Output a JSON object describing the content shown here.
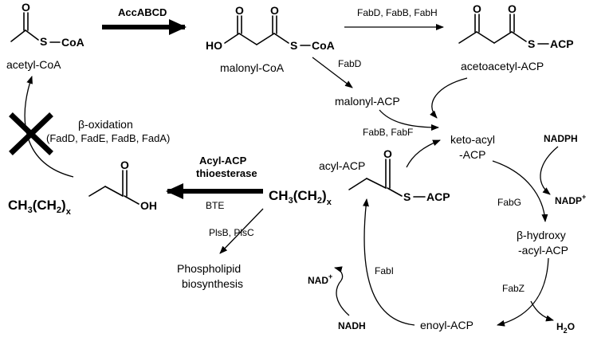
{
  "compounds": {
    "acetyl_coa": "acetyl-CoA",
    "malonyl_coa": "malonyl-CoA",
    "acetoacetyl_acp": "acetoacetyl-ACP",
    "malonyl_acp": "malonyl-ACP",
    "keto_acyl_acp_line1": "keto-acyl",
    "keto_acyl_acp_line2": "-ACP",
    "acyl_acp": "acyl-ACP",
    "beta_hydroxy_line1": "β-hydroxy",
    "beta_hydroxy_line2": "-acyl-ACP",
    "enoyl_acp": "enoyl-ACP",
    "phospholipid_line1": "Phospholipid",
    "phospholipid_line2": "biosynthesis",
    "beta_oxidation": "β-oxidation",
    "beta_oxidation_enzymes": "(FadD, FadE, FadB, FadA)"
  },
  "enzymes": {
    "accabcd": "AccABCD",
    "fab_dbh": "FabD, FabB, FabH",
    "fabd": "FabD",
    "fab_bf": "FabB, FabF",
    "fabg": "FabG",
    "fabz": "FabZ",
    "fabi": "FabI",
    "thioesterase_line1": "Acyl-ACP",
    "thioesterase_line2": "thioesterase",
    "bte": "BTE",
    "plsbc": "PlsB, PlsC"
  },
  "cofactors": {
    "nadph": "NADPH",
    "nadp_plus": "NADP",
    "nad_plus": "NAD",
    "nadh": "NADH",
    "h2o_h": "H",
    "h2o_sub": "2",
    "h2o_o": "O",
    "plus": "+"
  },
  "atoms": {
    "o": "O",
    "s": "S",
    "ho": "HO",
    "oh": "OH",
    "coa": "CoA",
    "acp": "ACP",
    "ch3": "CH",
    "ch2": "(CH",
    "two": "2",
    "three": "3",
    "close": ")",
    "x": "x"
  }
}
